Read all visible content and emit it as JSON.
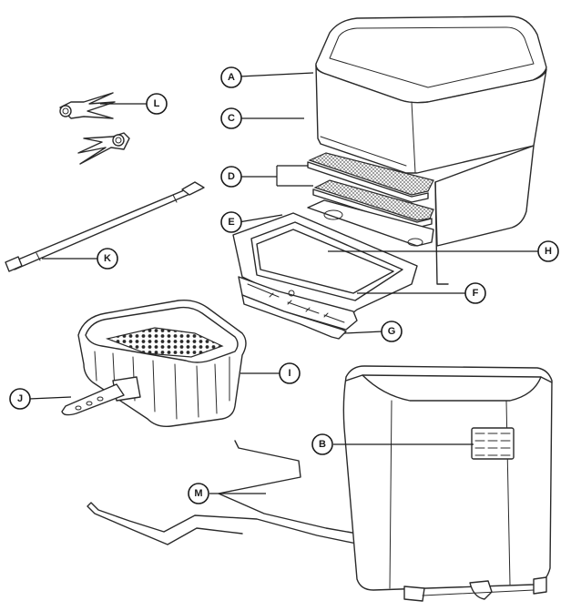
{
  "callouts": {
    "A": "A",
    "B": "B",
    "C": "C",
    "D": "D",
    "E": "E",
    "F": "F",
    "G": "G",
    "H": "H",
    "I": "I",
    "J": "J",
    "K": "K",
    "L": "L",
    "M": "M"
  }
}
